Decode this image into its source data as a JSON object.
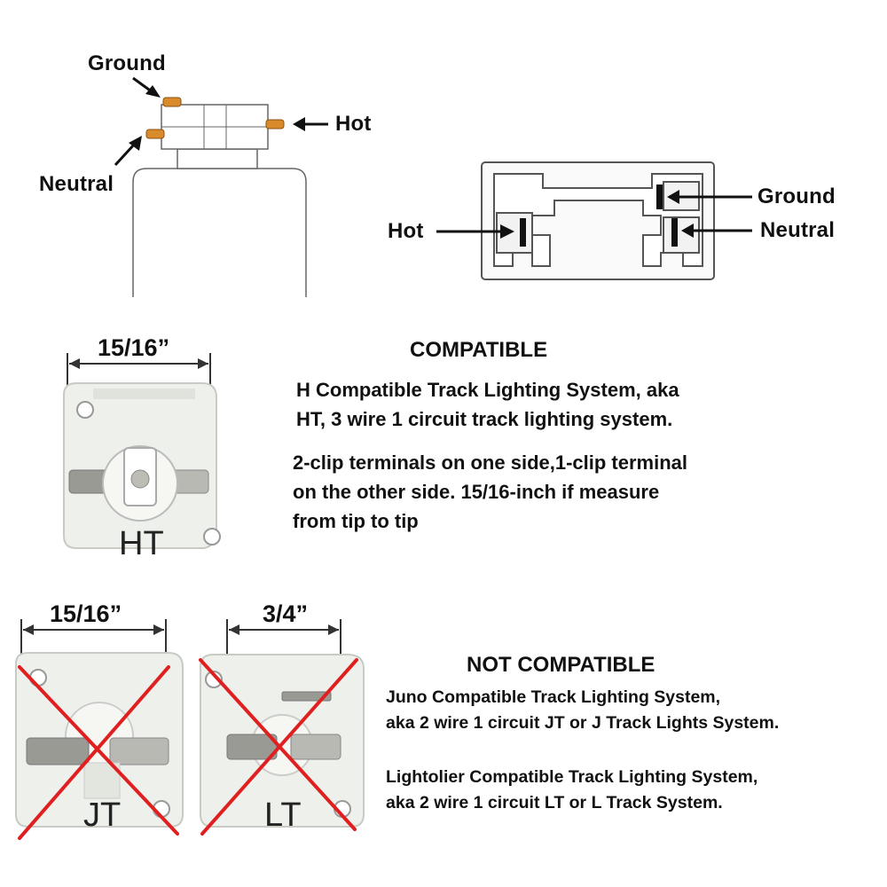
{
  "top_left_diagram": {
    "labels": {
      "ground": "Ground",
      "hot": "Hot",
      "neutral": "Neutral"
    }
  },
  "top_right_diagram": {
    "labels": {
      "hot": "Hot",
      "ground": "Ground",
      "neutral": "Neutral"
    }
  },
  "compatible": {
    "heading": "COMPATIBLE",
    "dimension": "15/16”",
    "plate_label": "HT",
    "description_lines": [
      "H Compatible Track Lighting System, aka",
      "HT, 3 wire 1 circuit track lighting system."
    ],
    "detail_lines": [
      "2-clip terminals on one side,1-clip terminal",
      "on the other side. 15/16-inch if measure",
      "from tip to tip"
    ]
  },
  "not_compatible": {
    "heading": "NOT COMPATIBLE",
    "jt": {
      "dimension": "15/16”",
      "plate_label": "JT",
      "description_lines": [
        "Juno Compatible Track Lighting System,",
        "aka 2 wire 1 circuit JT or J Track Lights System."
      ]
    },
    "lt": {
      "dimension": "3/4”",
      "plate_label": "LT",
      "description_lines": [
        "Lightolier Compatible Track Lighting System,",
        "aka 2 wire 1 circuit LT or L Track System."
      ]
    }
  },
  "colors": {
    "text": "#111111",
    "line": "#555555",
    "terminal_orange": "#d98a2b",
    "cross_red": "#e02020",
    "plate_fill": "#eef0ec"
  }
}
